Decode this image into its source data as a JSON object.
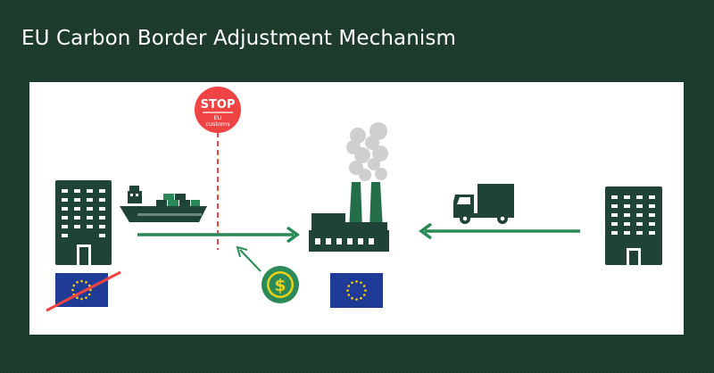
{
  "title": "EU Carbon Border Adjustment Mechanism",
  "stop_sign": {
    "label": "STOP",
    "sub_line1": "EU",
    "sub_line2": "customs"
  },
  "colors": {
    "background": "#1b3a2c",
    "icon_dark": "#1f4437",
    "arrow_green": "#2a8a57",
    "factory_chimney": "#246e4a",
    "stop_red": "#f04444",
    "eu_blue": "#1f3b96",
    "eu_star": "#ffd200",
    "coin_green": "#2b8a57",
    "coin_yellow": "#e8d21a",
    "smoke_gray": "#cfcfcf"
  },
  "icons": {
    "left_building": "office-building-icon",
    "ship": "cargo-ship-icon",
    "factory": "factory-icon",
    "truck": "delivery-truck-icon",
    "right_building": "office-building-icon",
    "coin": "dollar-coin-icon",
    "flag": "eu-flag-icon"
  }
}
